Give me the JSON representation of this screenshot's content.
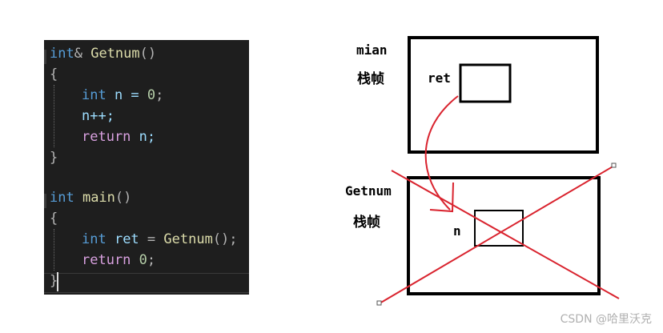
{
  "code": {
    "line1": {
      "kw": "int",
      "amp": "& ",
      "fn": "Getnum",
      "paren": "()"
    },
    "line2": "{",
    "line3": {
      "kw": "int",
      "rest": " n = ",
      "num": "0",
      "semi": ";"
    },
    "line4": "n++;",
    "line5": {
      "kw": "return",
      "rest": " n;"
    },
    "line6": "}",
    "line8": {
      "kw": "int",
      "fn": " main",
      "paren": "()"
    },
    "line9": "{",
    "line10": {
      "kw": "int",
      "ident": " ret",
      "eq": " = ",
      "fn": "Getnum",
      "paren": "();"
    },
    "line11": {
      "kw": "return",
      "num": " 0",
      "semi": ";"
    },
    "line12": "}"
  },
  "diagram": {
    "main_frame_label": "mian",
    "main_frame_sublabel": "栈帧",
    "ret_label": "ret",
    "getnum_frame_label": "Getnum",
    "getnum_frame_sublabel": "栈帧",
    "n_label": "n",
    "colors": {
      "frame": "#000000",
      "arrow": "#d9232e",
      "cross": "#d9232e"
    }
  },
  "watermark": "CSDN @哈里沃克"
}
